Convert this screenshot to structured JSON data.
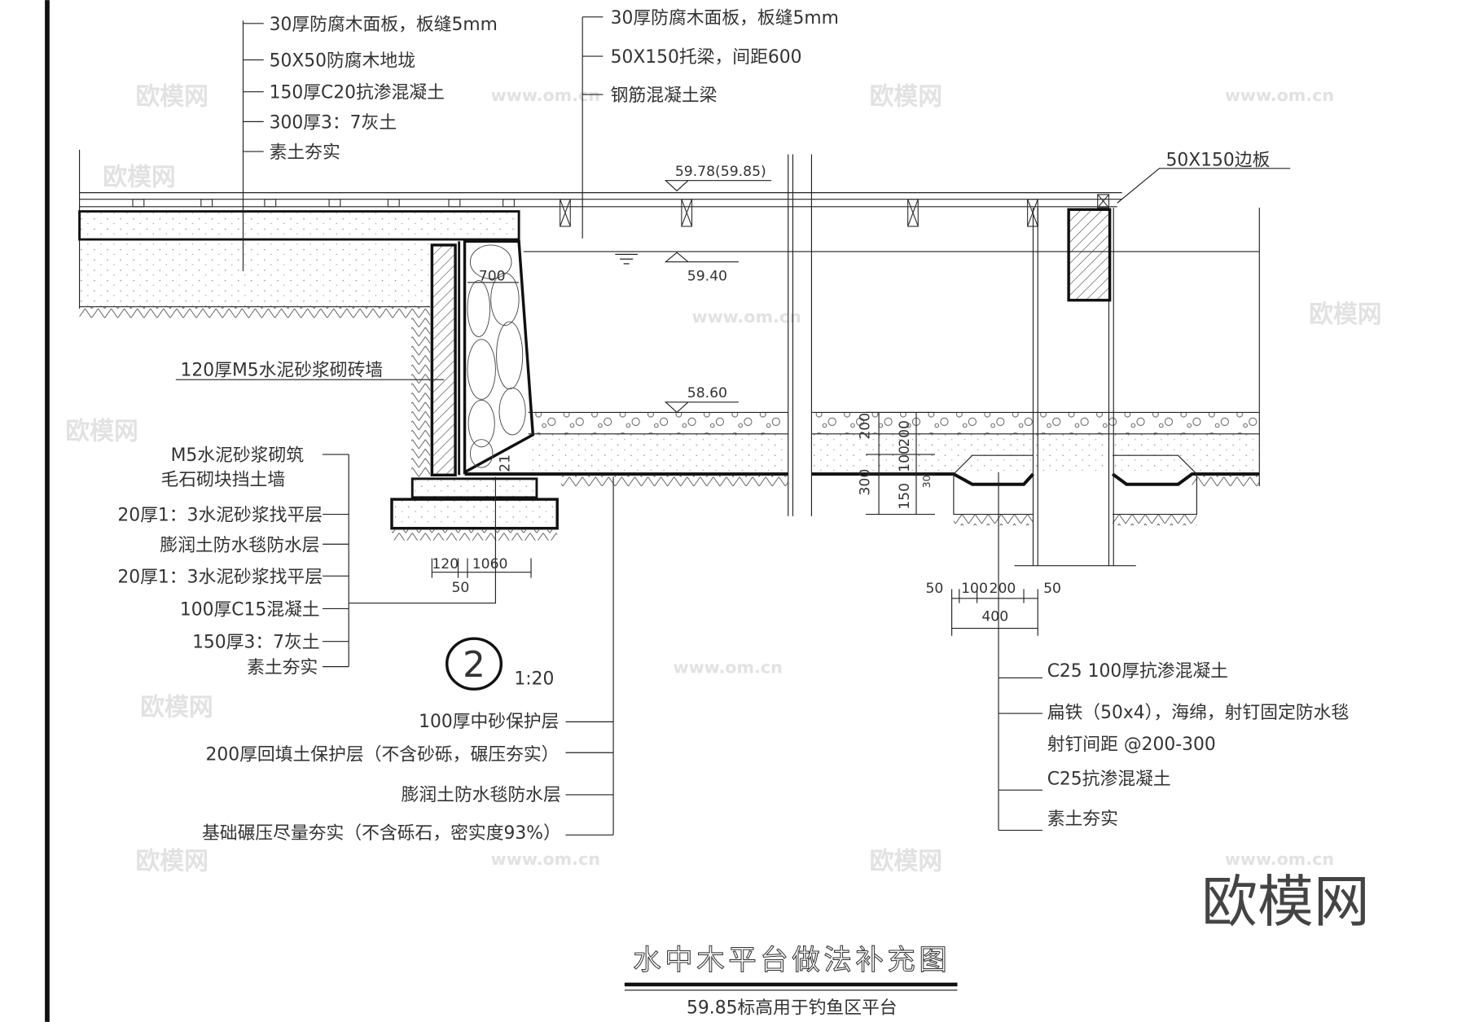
{
  "drawing": {
    "title": "水中木平台做法补充图",
    "subtitle": "59.85标高用于钓鱼区平台",
    "detail_number": "2",
    "scale": "1:20",
    "labels_top_left": [
      "30厚防腐木面板，板缝5mm",
      "50X50防腐木地垅",
      "150厚C20抗渗混凝土",
      "300厚3：7灰土",
      "素土夯实"
    ],
    "labels_top_mid": [
      "30厚防腐木面板，板缝5mm",
      "50X150托梁，间距600",
      "钢筋混凝土梁"
    ],
    "edge_board_label": "50X150边板",
    "brick_wall_label": "120厚M5水泥砂浆砌砖墙",
    "labels_left_lower": [
      "M5水泥砂浆砌筑",
      "毛石砌块挡土墙",
      "20厚1：3水泥砂浆找平层",
      "膨润土防水毯防水层",
      "20厚1：3水泥砂浆找平层",
      "100厚C15混凝土",
      "150厚3：7灰土",
      "素土夯实"
    ],
    "labels_mid_lower": [
      "100厚中砂保护层",
      "200厚回填土保护层（不含砂砾，碾压夯实）",
      "膨润土防水毯防水层",
      "基础碾压尽量夯实（不含砾石，密实度93%）"
    ],
    "labels_right": [
      "C25 100厚抗渗混凝土",
      "扁铁（50x4），海绵，射钉固定防水毯",
      "射钉间距 @200-300",
      "C25抗渗混凝土",
      "素土夯实"
    ],
    "elevations": {
      "deck": "59.78(59.85)",
      "water": "59.40",
      "bottom": "58.60"
    },
    "dims": {
      "stone_width": "700",
      "footing_a": "120",
      "footing_b": "1060",
      "footing_c": "50",
      "wall_h": "21",
      "drain": [
        "50",
        "100",
        "200",
        "50"
      ],
      "drain_total": "400",
      "vert": [
        "200",
        "200",
        "300",
        "100",
        "150",
        "30"
      ]
    }
  },
  "watermark": {
    "logo": "欧模网",
    "url": "www.om.cn"
  }
}
